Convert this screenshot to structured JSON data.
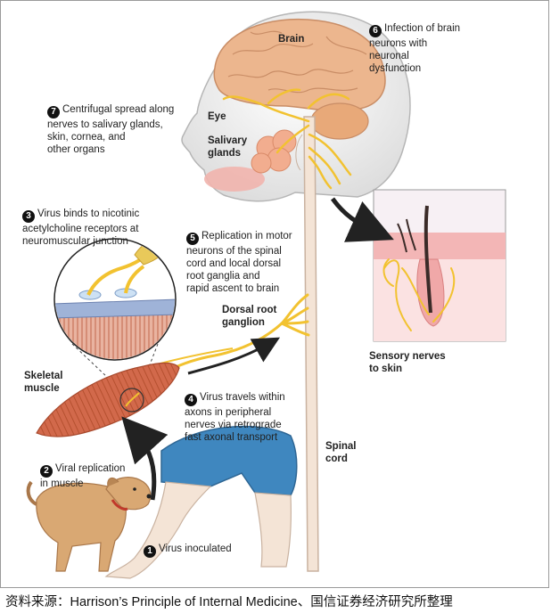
{
  "labels": {
    "brain": "Brain",
    "eye": "Eye",
    "salivary_glands": "Salivary\nglands",
    "dorsal_root_ganglion": "Dorsal root\nganglion",
    "skeletal_muscle": "Skeletal\nmuscle",
    "spinal_cord": "Spinal\ncord",
    "sensory_nerves": "Sensory nerves\nto skin"
  },
  "steps": [
    {
      "number": "1",
      "text": "Virus inoculated"
    },
    {
      "number": "2",
      "text": "Viral replication\nin muscle"
    },
    {
      "number": "3",
      "text": "Virus binds to nicotinic\nacetylcholine receptors at\nneuromuscular junction"
    },
    {
      "number": "4",
      "text": "Virus travels within\naxons in peripheral\nnerves via retrograde\nfast axonal transport"
    },
    {
      "number": "5",
      "text": "Replication in motor\nneurons of the spinal\ncord and local dorsal\nroot ganglia and\nrapid ascent to brain"
    },
    {
      "number": "6",
      "text": "Infection of brain\nneurons with\nneuronal\ndysfunction"
    },
    {
      "number": "7",
      "text": "Centrifugal spread along\nnerves to salivary glands,\nskin, cornea, and\nother organs"
    }
  ],
  "source": "资料来源：Harrison’s Principle of Internal Medicine、国信证券经济研究所整理",
  "colors": {
    "nerve": "#f2c230",
    "brain": "#ecb68e",
    "skin": "#f4e4d6",
    "muscle": "#d2694b",
    "shorts": "#3f87bf",
    "dog": "#d9a873"
  }
}
